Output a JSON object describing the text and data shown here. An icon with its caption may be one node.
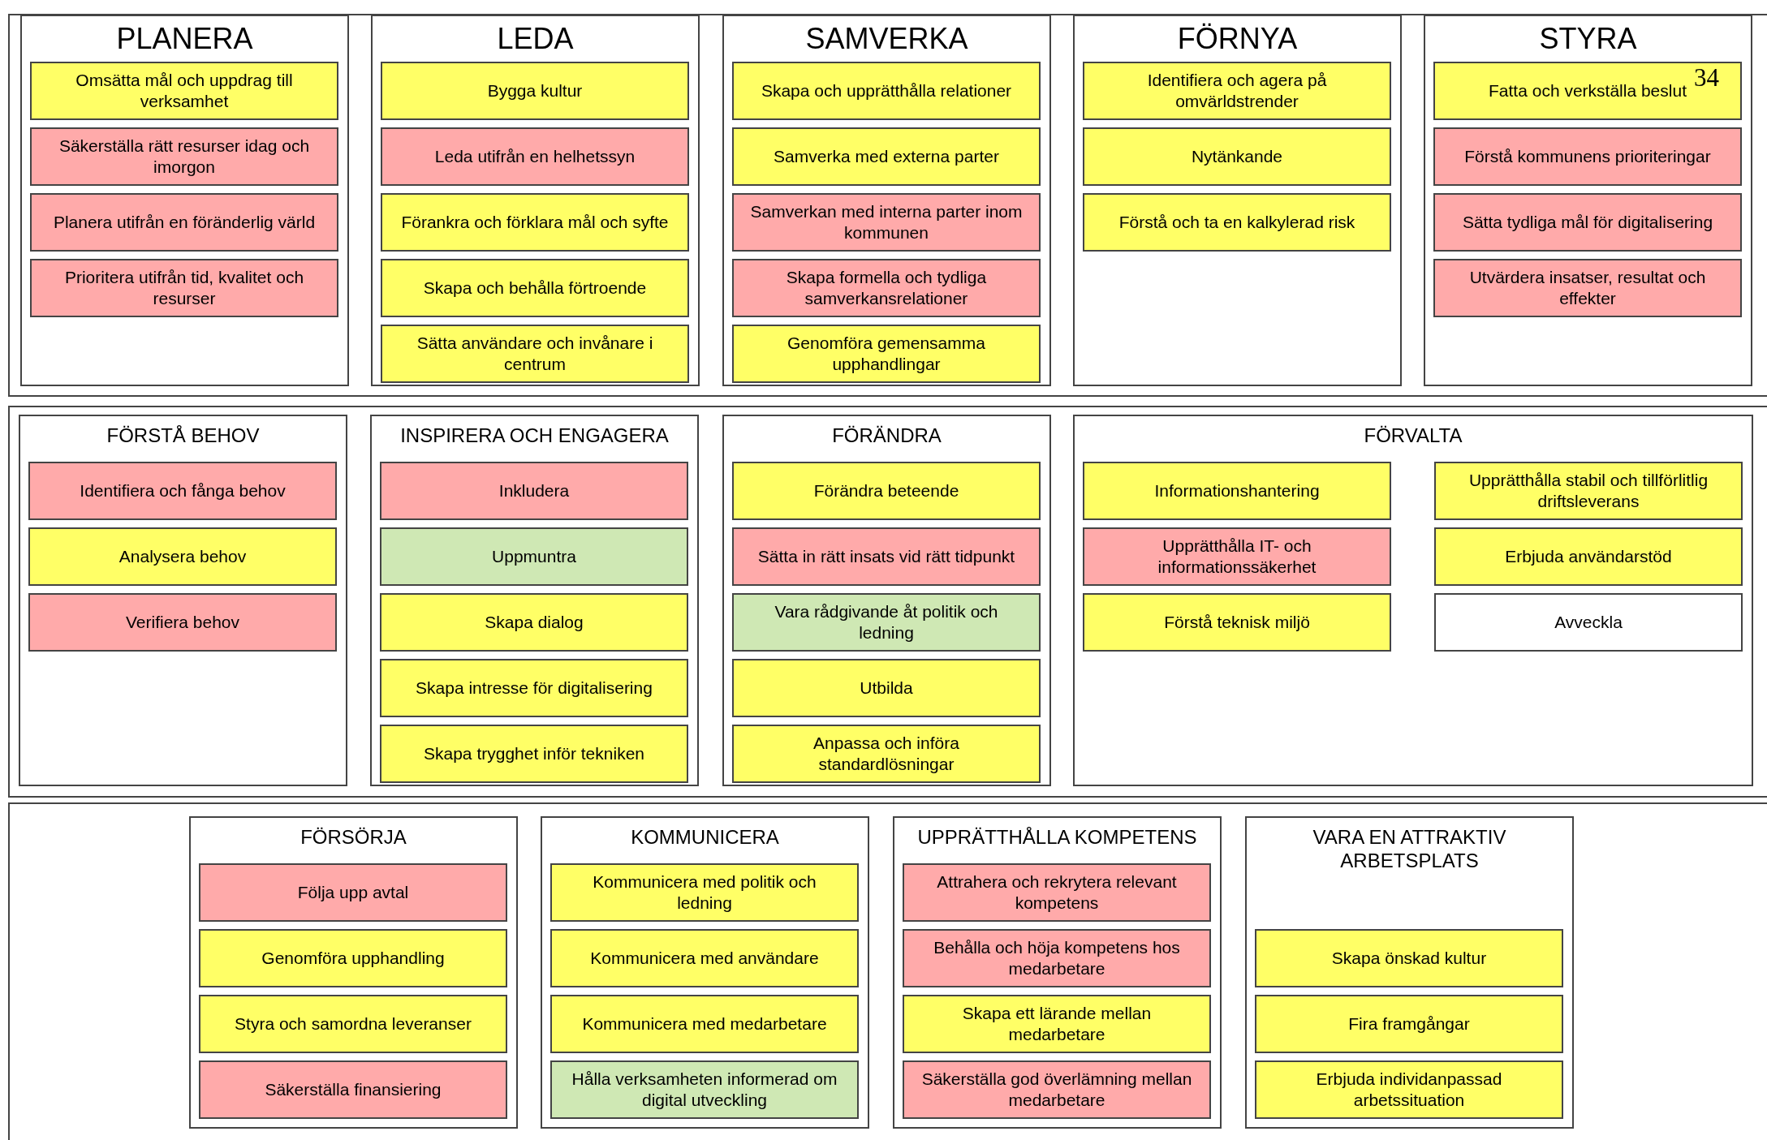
{
  "diagram": {
    "nodes": [
      {
        "text": [],
        "shape": "box"
      },
      {
        "text": [
          "PLANERA"
        ],
        "in": 0
      },
      {
        "text": [
          "Omsätta mål och uppdrag till verksamhet"
        ],
        "in": 1
      },
      {
        "text": [
          "Säkerställa rätt resurser idag och imorgon"
        ],
        "in": 1
      },
      {
        "text": [
          "Planera utifrån en föränderlig värld"
        ],
        "in": 1
      },
      {
        "text": [
          "Prioritera utifrån tid, kvalitet och resurser"
        ],
        "in": 1
      },
      {
        "text": [
          "LEDA"
        ],
        "in": 0
      },
      {
        "text": [
          "Bygga kultur"
        ],
        "in": 6
      },
      {
        "text": [
          "Leda utifrån en helhetssyn"
        ],
        "in": 6
      },
      {
        "text": [
          "Förankra och förklara mål och syfte"
        ],
        "in": 6
      },
      {
        "text": [
          "Skapa och behålla förtroende"
        ],
        "in": 6
      },
      {
        "text": [
          "Sätta användare och invånare i centrum"
        ],
        "in": 6
      },
      {
        "text": [
          "SAMVERKA"
        ],
        "in": 0
      },
      {
        "text": [
          "Skapa och upprätthålla relationer"
        ],
        "in": 12
      },
      {
        "text": [
          "Samverka med externa parter"
        ],
        "in": 12
      },
      {
        "text": [
          "Samverkan med interna parter inom kommunen"
        ],
        "in": 12
      },
      {
        "text": [
          "Skapa formella och tydliga samverkansrelationer"
        ],
        "in": 12
      },
      {
        "text": [
          "Genomföra gemensamma upphandlingar"
        ],
        "in": 12
      },
      {
        "text": [
          "FÖRNYA"
        ],
        "in": 0
      },
      {
        "text": [
          "Identifiera och agera på omvärldstrender"
        ],
        "in": 18
      },
      {
        "text": [
          "Nytänkande"
        ],
        "in": 18
      },
      {
        "text": [
          "Förstå och ta en kalkylerad risk"
        ],
        "in": 18
      },
      {
        "text": [
          "STYRA"
        ],
        "in": 0
      },
      {
        "text": [
          "Fatta och verkställa beslut"
        ],
        "in": 22
      },
      {
        "text": [
          "Förstå kommunens prioriteringar"
        ],
        "in": 22
      },
      {
        "text": [
          "Sätta tydliga mål för digitalisering"
        ],
        "in": 22
      },
      {
        "text": [
          "Utvärdera insatser, resultat och effekter"
        ],
        "in": 22
      },
      {
        "text": [],
        "shape": "box"
      },
      {
        "text": [
          "FÖRSTÅ BEHOV"
        ],
        "in": 27
      },
      {
        "text": [
          "Identifiera och fånga behov"
        ],
        "in": 28
      },
      {
        "text": [
          "Analysera behov"
        ],
        "in": 28
      },
      {
        "text": [
          "Verifiera behov"
        ],
        "in": 28
      },
      {
        "text": [
          "INSPIRERA OCH ENGAGERA"
        ],
        "in": 27
      },
      {
        "text": [
          "Inkludera"
        ],
        "in": 32
      },
      {
        "text": [
          "Uppmuntra"
        ],
        "in": 32
      },
      {
        "text": [
          "Skapa dialog"
        ],
        "in": 32
      },
      {
        "text": [
          "Skapa intresse för digitalisering"
        ],
        "in": 32
      },
      {
        "text": [
          "Skapa trygghet inför tekniken"
        ],
        "in": 32
      },
      {
        "text": [
          "FÖRÄNDRA"
        ],
        "in": 27
      },
      {
        "text": [
          "Förändra beteende"
        ],
        "in": 38
      },
      {
        "text": [
          "Sätta in rätt insats vid rätt tidpunkt"
        ],
        "in": 38
      },
      {
        "text": [
          "Vara rådgivande åt politik och ledning"
        ],
        "in": 38
      },
      {
        "text": [
          "Utbilda"
        ],
        "in": 38
      },
      {
        "text": [
          "Anpassa och införa standardlösningar"
        ],
        "in": 38
      },
      {
        "text": [
          "FÖRVALTA"
        ],
        "in": 27
      },
      {
        "text": [
          "Informationshantering"
        ],
        "in": 44
      },
      {
        "text": [
          "Upprätthålla stabil och tillförlitlig driftsleverans"
        ],
        "in": 44
      },
      {
        "text": [
          "Upprätthålla IT- och informationssäkerhet"
        ],
        "in": 44
      },
      {
        "text": [
          "Erbjuda användarstöd"
        ],
        "in": 44
      },
      {
        "text": [
          "Förstå teknisk miljö"
        ],
        "in": 44
      },
      {
        "text": [
          "Avveckla"
        ],
        "in": 44
      },
      {
        "text": [],
        "shape": "box"
      },
      {
        "text": [
          "FÖRSÖRJA"
        ],
        "in": 51
      },
      {
        "text": [
          "Följa upp avtal"
        ],
        "in": 52
      },
      {
        "text": [
          "Genomföra upphandling"
        ],
        "in": 52
      },
      {
        "text": [
          "Styra och samordna leveranser"
        ],
        "in": 52
      },
      {
        "text": [
          "Säkerställa finansiering"
        ],
        "in": 52
      },
      {
        "text": [
          "KOMMUNICERA"
        ],
        "in": 51
      },
      {
        "text": [
          "Kommunicera med politik och ledning"
        ],
        "in": 57
      },
      {
        "text": [
          "Kommunicera med användare"
        ],
        "in": 57
      },
      {
        "text": [
          "Kommunicera med medarbetare"
        ],
        "in": 57
      },
      {
        "text": [
          "Hålla verksamheten informerad om digital utveckling"
        ],
        "in": 57
      },
      {
        "text": [
          "UPPRÄTTHÅLLA KOMPETENS"
        ],
        "in": 51
      },
      {
        "text": [
          "Attrahera och rekrytera relevant kompetens"
        ],
        "in": 62
      },
      {
        "text": [
          "Behålla och höja kompetens hos medarbetare"
        ],
        "in": 62
      },
      {
        "text": [
          "Skapa ett lärande mellan medarbetare"
        ],
        "in": 62
      },
      {
        "text": [
          "Säkerställa god överlämning mellan medarbetare"
        ],
        "in": 62
      },
      {
        "text": [
          "VARA EN ATTRAKTIV ARBETSPLATS"
        ],
        "in": 51
      },
      {
        "text": [
          "Skapa önskad kultur"
        ],
        "in": 67
      },
      {
        "text": [
          "Fira framgångar"
        ],
        "in": 67
      },
      {
        "text": [
          "Erbjuda individanpassad arbetssituation"
        ],
        "in": 67
      }
    ],
    "labels": [
      "34"
    ]
  }
}
